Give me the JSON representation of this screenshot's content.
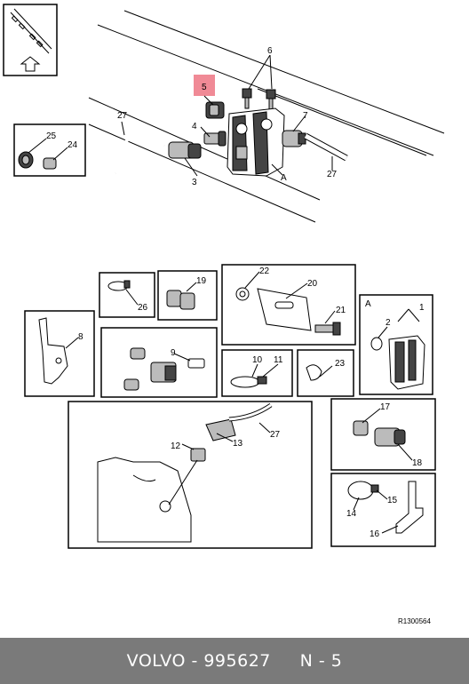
{
  "callouts": {
    "c1": "1",
    "c2": "2",
    "c3": "3",
    "c4": "4",
    "c5": "5",
    "c6": "6",
    "c7": "7",
    "c8": "8",
    "c9": "9",
    "c10": "10",
    "c11": "11",
    "c12": "12",
    "c13": "13",
    "c14": "14",
    "c15": "15",
    "c16": "16",
    "c17": "17",
    "c18": "18",
    "c19": "19",
    "c20": "20",
    "c21": "21",
    "c22": "22",
    "c23": "23",
    "c24": "24",
    "c25": "25",
    "c26": "26",
    "c27a": "27",
    "c27b": "27",
    "c27c": "27",
    "cA1": "A",
    "cA2": "A"
  },
  "highlight_color": "#f08a96",
  "reference_code": "R1300564",
  "footer": {
    "brand": "VOLVO",
    "part_number": "995627",
    "position": "N - 5",
    "text": "VOLVO - 995627     N - 5"
  }
}
